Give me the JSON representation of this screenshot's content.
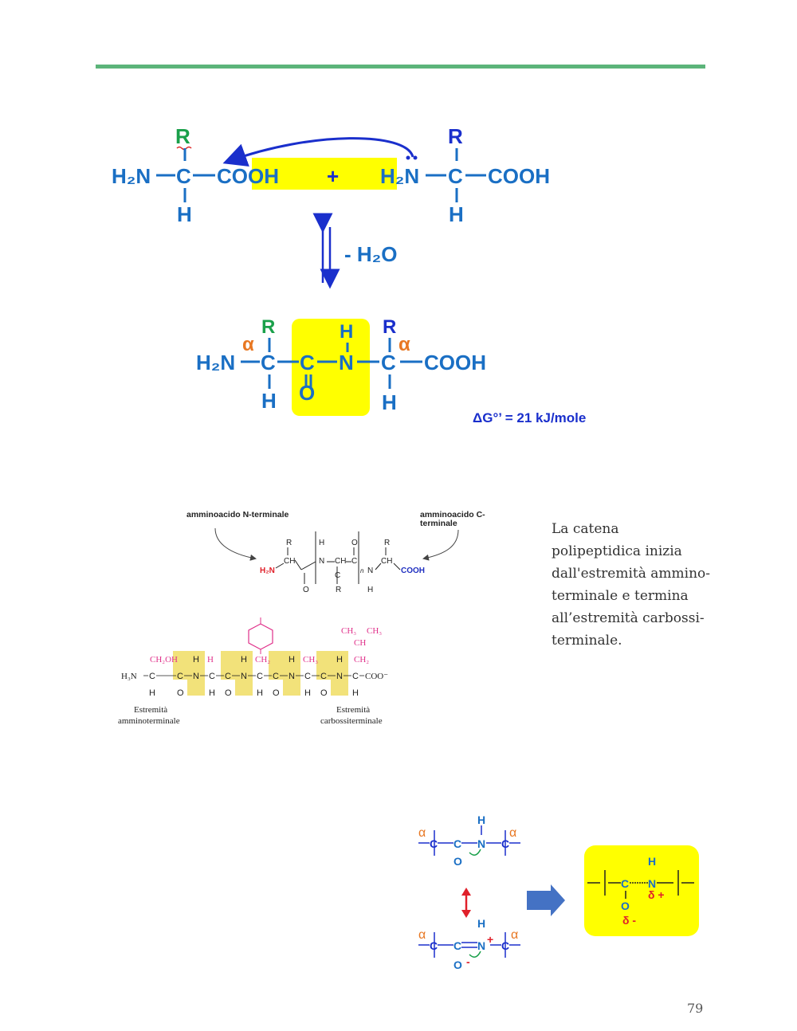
{
  "colors": {
    "accent_line": "#5cb47a",
    "highlight": "#ffff00",
    "text_blue": "#1a6fc4",
    "r_green": "#1aa04a",
    "alpha_orange": "#e87722",
    "pink": "#e0308a"
  },
  "reaction": {
    "r1": "R",
    "h2n_1": "H₂N",
    "c1": "C",
    "cooh1": "COOH",
    "h1": "H",
    "plus": "+",
    "h2n_2": "H₂N",
    "c2": "C",
    "r2": "R",
    "cooh2": "COOH",
    "h2": "H",
    "minus_water": "- H₂O"
  },
  "dipeptide": {
    "r_left": "R",
    "alpha_left": "α",
    "h2n": "H₂N",
    "c_left": "C",
    "c_mid": "C",
    "n": "N",
    "c_right": "C",
    "cooh": "COOH",
    "h_top": "H",
    "o": "O",
    "h_left": "H",
    "h_right": "H",
    "r_right": "R",
    "alpha_right": "α",
    "delta_g": "ΔG°’ = 21 kJ/mole"
  },
  "chain_general": {
    "label_n": "amminoacido N-terminale",
    "label_c_line1": "amminoacido C-",
    "label_c_line2": "terminale",
    "r1": "R",
    "ch1": "CH",
    "h2n": "H₂N",
    "h_n": "H",
    "n1": "N",
    "o1": "O",
    "c1": "C",
    "ch2": "CH",
    "r2": "R",
    "o2": "O",
    "c2": "C",
    "n_sub": "n",
    "n2": "N",
    "h2": "H",
    "r3": "R",
    "ch3": "CH",
    "cooh": "COOH",
    "o3": "O"
  },
  "pentapeptide": {
    "n_term": "H₃N",
    "ch2oh": "CH₂OH",
    "coo": "COO⁻",
    "ch3": "CH₃",
    "ch2": "CH₂",
    "ch": "CH",
    "label_amino_1": "Estremità",
    "label_amino_2": "amminoterminale",
    "label_carboxy_1": "Estremità",
    "label_carboxy_2": "carbossiterminale"
  },
  "side_text": "La catena polipeptidica inizia dall'estremità ammino-terminale e termina all’estremità carbossi-terminale.",
  "resonance": {
    "alpha": "α",
    "c": "C",
    "n": "N",
    "h": "H",
    "o": "O",
    "plus": "+",
    "minus": "-",
    "delta_plus": "δ +",
    "delta_minus": "δ -"
  },
  "page_number": "79"
}
